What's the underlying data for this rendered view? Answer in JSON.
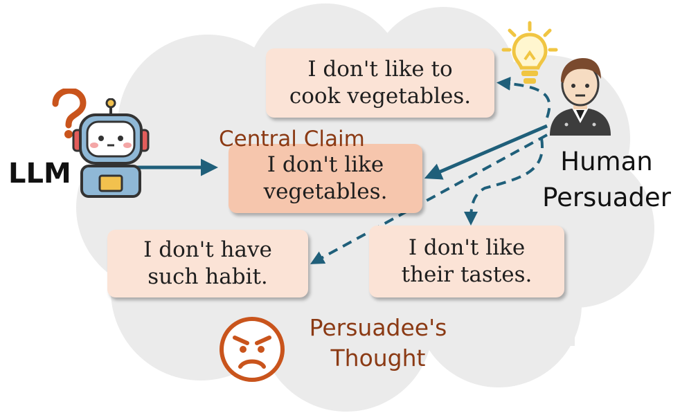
{
  "diagram": {
    "llm_label": "LLM",
    "persuader_label": "Human\nPersuader",
    "central_claim_label": "Central Claim",
    "persuadee_label": "Persuadee's\nThought",
    "cards": {
      "cook": "I don't like to\ncook vegetables.",
      "central": "I don't like\nvegetables.",
      "habit": "I don't have\nsuch habit.",
      "tastes": "I don't like\ntheir tastes."
    }
  },
  "colors": {
    "cloud": "#ebebeb",
    "card": "#fbe3d6",
    "central_card": "#f6c6ad",
    "arrow": "#1f5f7a",
    "label_brown": "#8b3a14",
    "question_mark": "#c9541c"
  },
  "icons": [
    "robot-icon",
    "question-mark-icon",
    "lightbulb-icon",
    "person-icon",
    "angry-face-icon"
  ]
}
